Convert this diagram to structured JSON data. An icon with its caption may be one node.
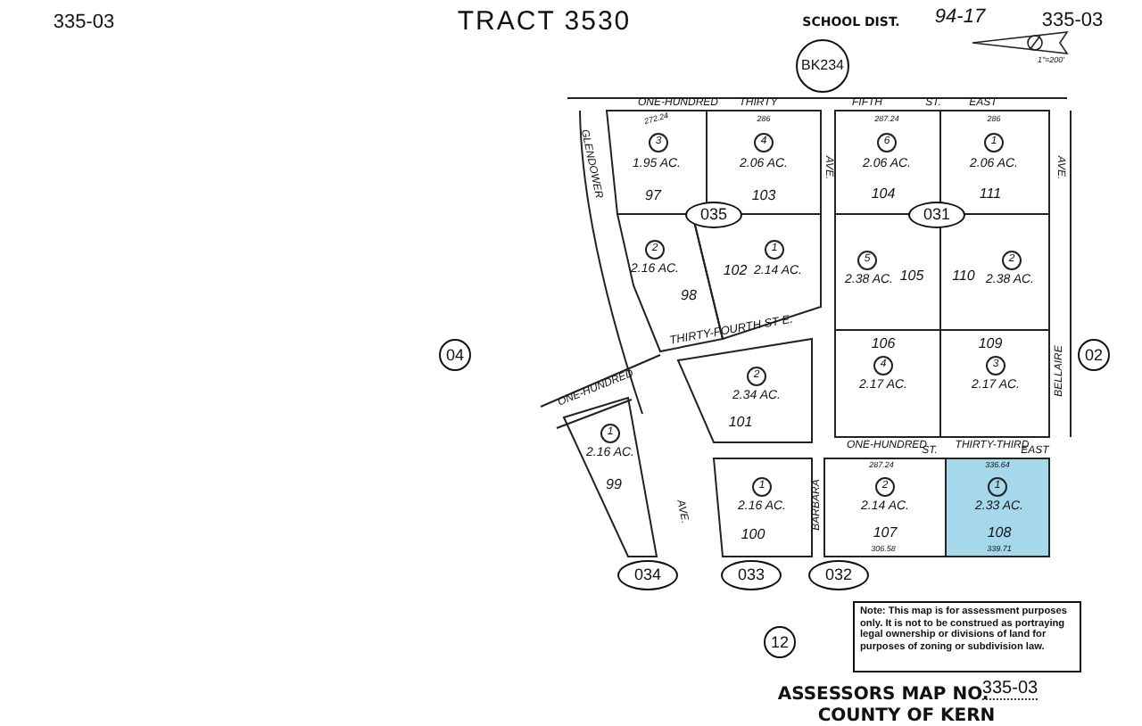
{
  "diagram": {
    "title": "TRACT 3530",
    "nodes": [
      {
        "text": [
          "BK234"
        ]
      },
      {
        "text": [
          "3",
          "1.95 AC.",
          "97"
        ]
      },
      {
        "text": [
          "4",
          "2.06 AC.",
          "103"
        ]
      },
      {
        "text": [
          "6",
          "2.06 AC.",
          "104"
        ]
      },
      {
        "text": [
          "1",
          "2.06 AC.",
          "111"
        ]
      },
      {
        "text": [
          "035"
        ]
      },
      {
        "text": [
          "031"
        ]
      },
      {
        "text": [
          "04"
        ]
      },
      {
        "text": [
          "2",
          "2.16 AC.",
          "98"
        ]
      },
      {
        "text": [
          "1",
          "102",
          "2.14 AC."
        ]
      },
      {
        "text": [
          "5",
          "2.38 AC.",
          "105"
        ]
      },
      {
        "text": [
          "2",
          "110",
          "2.38 AC."
        ]
      },
      {
        "text": [
          "02"
        ]
      },
      {
        "text": [
          "2",
          "2.34 AC.",
          "101"
        ]
      },
      {
        "text": [
          "106",
          "4",
          "2.17 AC."
        ]
      },
      {
        "text": [
          "109",
          "3",
          "2.17 AC."
        ]
      },
      {
        "text": [
          "1",
          "2.16 AC.",
          "99"
        ]
      },
      {
        "text": [
          "1",
          "2.16 AC.",
          "100"
        ]
      },
      {
        "text": [
          "2",
          "2.14 AC.",
          "107"
        ]
      },
      {
        "text": [
          "1",
          "2.33 AC.",
          "108"
        ]
      },
      {
        "text": [
          "034"
        ]
      },
      {
        "text": [
          "033"
        ]
      },
      {
        "text": [
          "032"
        ]
      },
      {
        "text": [
          "12"
        ]
      },
      {
        "text": [
          "Note: This map is for assessment purposes only. It is not to be construed as portraying legal ownership or divisions of land for purposes of zoning or subdivision law."
        ]
      }
    ],
    "labels": [
      "335-03",
      "SCHOOL DIST.",
      "94-17",
      "335-03",
      "ONE-HUNDRED",
      "THIRTY",
      "FIFTH",
      "ST.",
      "EAST",
      "GLENDOWER",
      "AVE.",
      "AVE.",
      "THIRTY-FOURTH ST E.",
      "ONE-HUNDRED",
      "AVE.",
      "BARBARA",
      "ONE-HUNDRED",
      "ST.",
      "THIRTY-THIRD",
      "EAST",
      "BELLAIRE",
      "272.24",
      "286",
      "287.24",
      "286",
      "287.24",
      "336.64",
      "306.58",
      "339.71",
      "ASSESSORS MAP NO.",
      "335-03",
      "COUNTY OF KERN",
      "1\"=200'"
    ]
  }
}
